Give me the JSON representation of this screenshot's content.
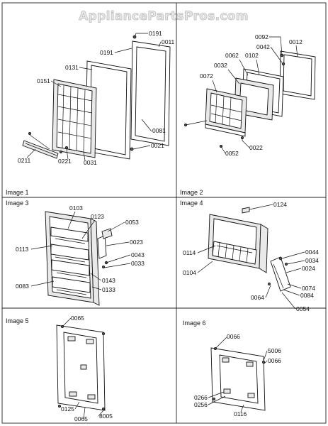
{
  "watermark": "AppliancePartsPros.com",
  "panels": {
    "p1": {
      "caption": "Image 1",
      "labels": [
        "0191",
        "0011",
        "0191",
        "0131",
        "0151",
        "0081",
        "0021",
        "0211",
        "0221",
        "0031"
      ]
    },
    "p2": {
      "caption": "Image 2",
      "labels": [
        "0092",
        "0042",
        "0012",
        "0062",
        "0102",
        "0032",
        "0072",
        "0022",
        "0052"
      ]
    },
    "p3": {
      "caption": "Image 3",
      "labels": [
        "0103",
        "0123",
        "0053",
        "0023",
        "0043",
        "0033",
        "0113",
        "0143",
        "0133",
        "0083"
      ]
    },
    "p4": {
      "caption": "Image 4",
      "labels": [
        "0124",
        "0114",
        "0044",
        "0034",
        "0024",
        "0104",
        "0074",
        "0084",
        "0064",
        "0054"
      ]
    },
    "p5": {
      "caption": "Image 5",
      "labels": [
        "0065",
        "0125",
        "8005",
        "0065"
      ]
    },
    "p6": {
      "caption": "Image 6",
      "labels": [
        "0066",
        "5006",
        "0066",
        "0266",
        "0256",
        "0116"
      ]
    }
  }
}
